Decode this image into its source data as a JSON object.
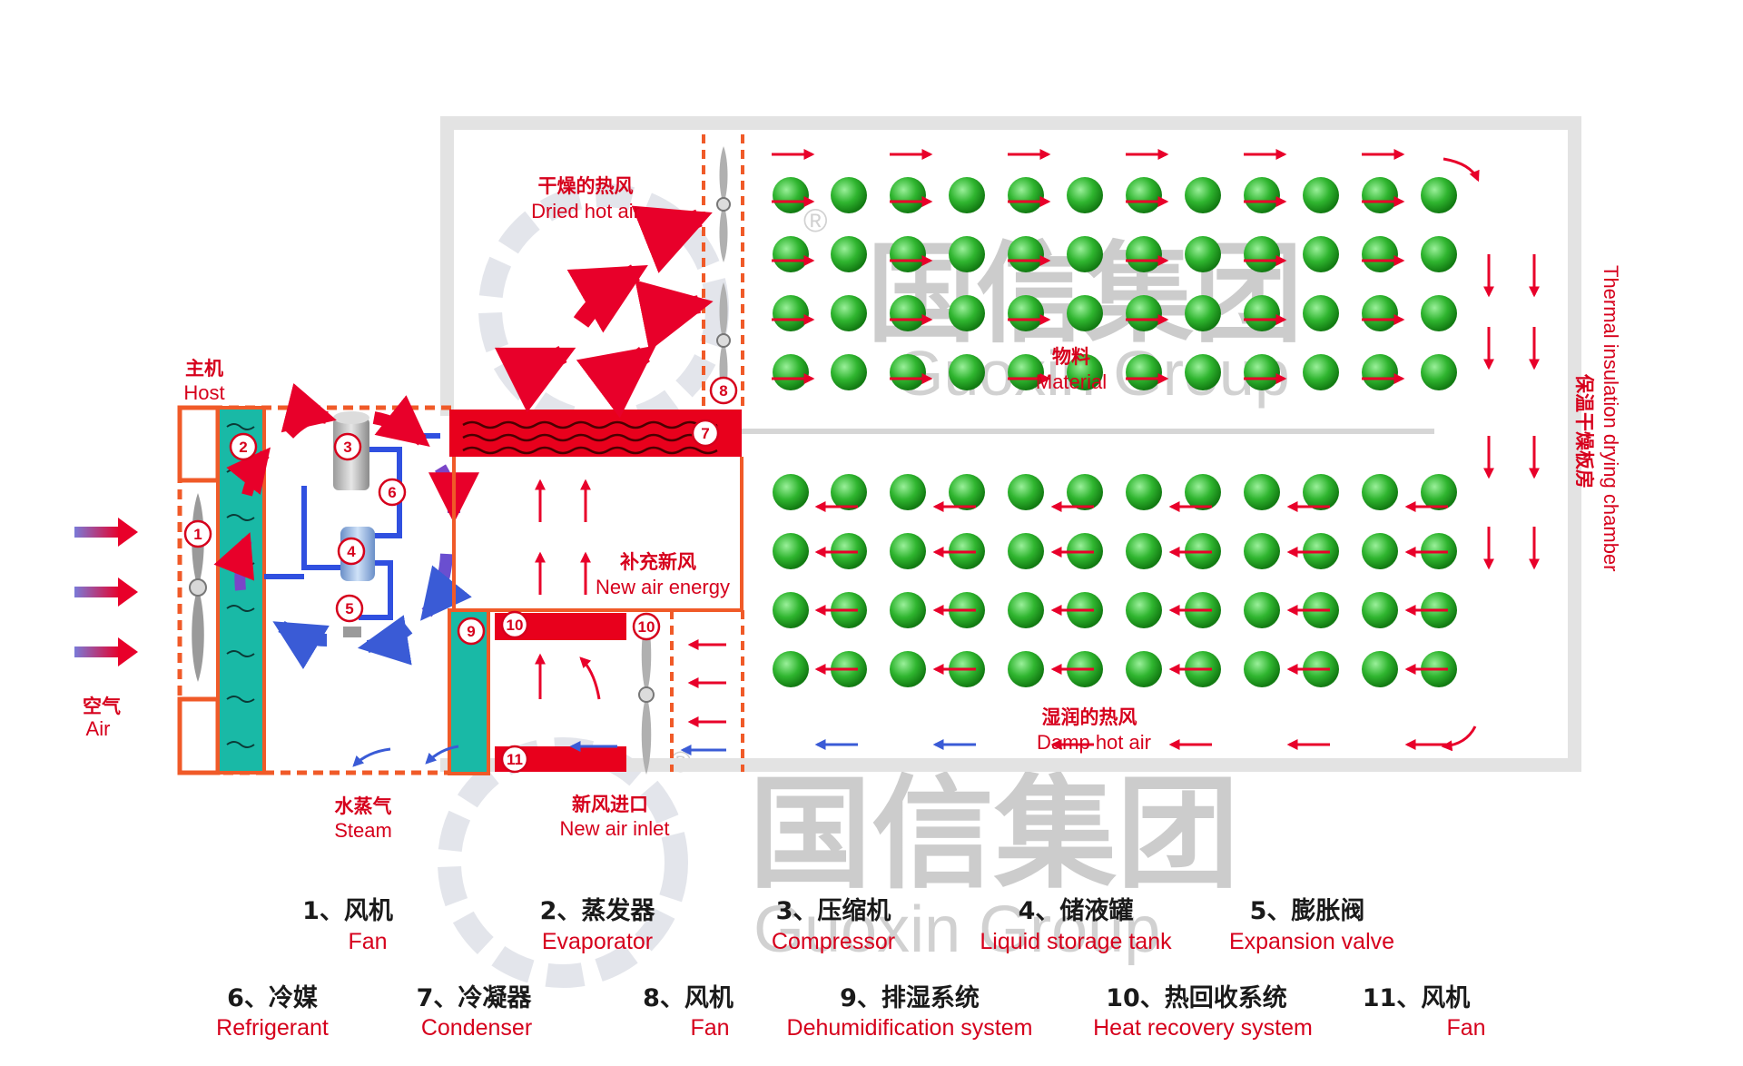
{
  "labels": {
    "dried_hot_air_zh": "干燥的热风",
    "dried_hot_air_en": "Dried hot air",
    "host_zh": "主机",
    "host_en": "Host",
    "material_zh": "物料",
    "material_en": "Material",
    "new_air_energy_zh": "补充新风",
    "new_air_energy_en": "New air energy",
    "air_zh": "空气",
    "air_en": "Air",
    "steam_zh": "水蒸气",
    "steam_en": "Steam",
    "new_air_inlet_zh": "新风进口",
    "new_air_inlet_en": "New air inlet",
    "damp_hot_air_zh": "湿润的热风",
    "damp_hot_air_en": "Damp hot air",
    "chamber_zh": "保温干燥板房",
    "chamber_en": "Thermal insulation drying chamber"
  },
  "markers": [
    "1",
    "2",
    "3",
    "4",
    "5",
    "6",
    "7",
    "8",
    "9",
    "10",
    "10",
    "11"
  ],
  "watermark": {
    "zh": "国信集团",
    "en": "Guoxin Group",
    "mark": "®"
  },
  "legend": [
    {
      "zh": "1、风机",
      "en": "Fan"
    },
    {
      "zh": "2、蒸发器",
      "en": "Evaporator"
    },
    {
      "zh": "3、压缩机",
      "en": "Compressor"
    },
    {
      "zh": "4、储液罐",
      "en": "Liquid storage tank"
    },
    {
      "zh": "5、膨胀阀",
      "en": "Expansion valve"
    },
    {
      "zh": "6、冷媒",
      "en": "Refrigerant"
    },
    {
      "zh": "7、冷凝器",
      "en": "Condenser"
    },
    {
      "zh": "8、风机",
      "en": "Fan"
    },
    {
      "zh": "9、排湿系统",
      "en": "Dehumidification system"
    },
    {
      "zh": "10、热回收系统",
      "en": "Heat recovery system"
    },
    {
      "zh": "11、风机",
      "en": "Fan"
    }
  ],
  "colors": {
    "red": "#d6001c",
    "orange": "#f05a28",
    "green": "#2fb52f",
    "teal": "#19b9a6",
    "blue": "#2f4fd6",
    "purple": "#7a45c8",
    "wall": "#e3e3e3"
  }
}
